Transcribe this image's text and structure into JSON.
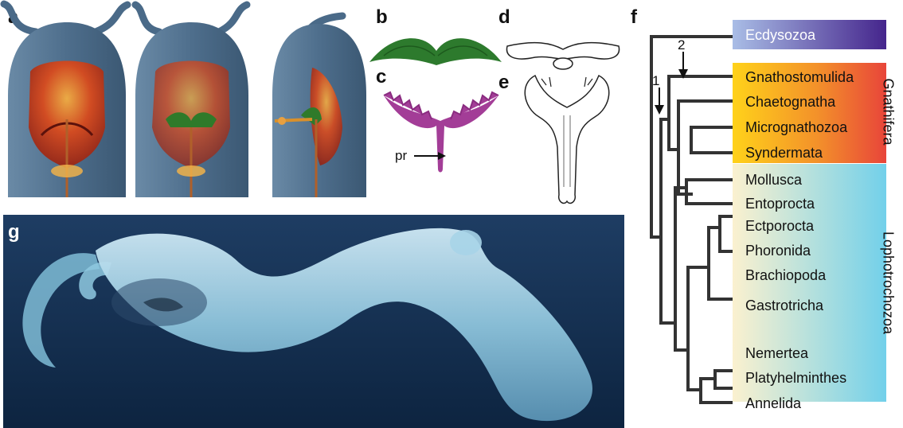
{
  "panel_letters": [
    "a",
    "b",
    "c",
    "d",
    "e",
    "f",
    "g"
  ],
  "protrusion_label": "pr",
  "tree": {
    "taxa": [
      "Ecdysozoa",
      "Gnathostomulida",
      "Chaetognatha",
      "Micrognathozoa",
      "Syndermata",
      "Mollusca",
      "Entoprocta",
      "Ectporocta",
      "Phoronida",
      "Brachiopoda",
      "Gastrotricha",
      "Nemertea",
      "Platyhelminthes",
      "Annelida"
    ],
    "node_markers": [
      "1",
      "2"
    ],
    "clades": [
      "Gnathifera",
      "Lophotrochozoa"
    ],
    "colors": {
      "ecdysozoa": [
        "#a9bde6",
        "#45258c"
      ],
      "gnathifera": [
        "#ffd21a",
        "#f06a2a",
        "#e8453a"
      ],
      "lophotrochozoa": [
        "#fbf1cf",
        "#72d0ea"
      ]
    }
  }
}
